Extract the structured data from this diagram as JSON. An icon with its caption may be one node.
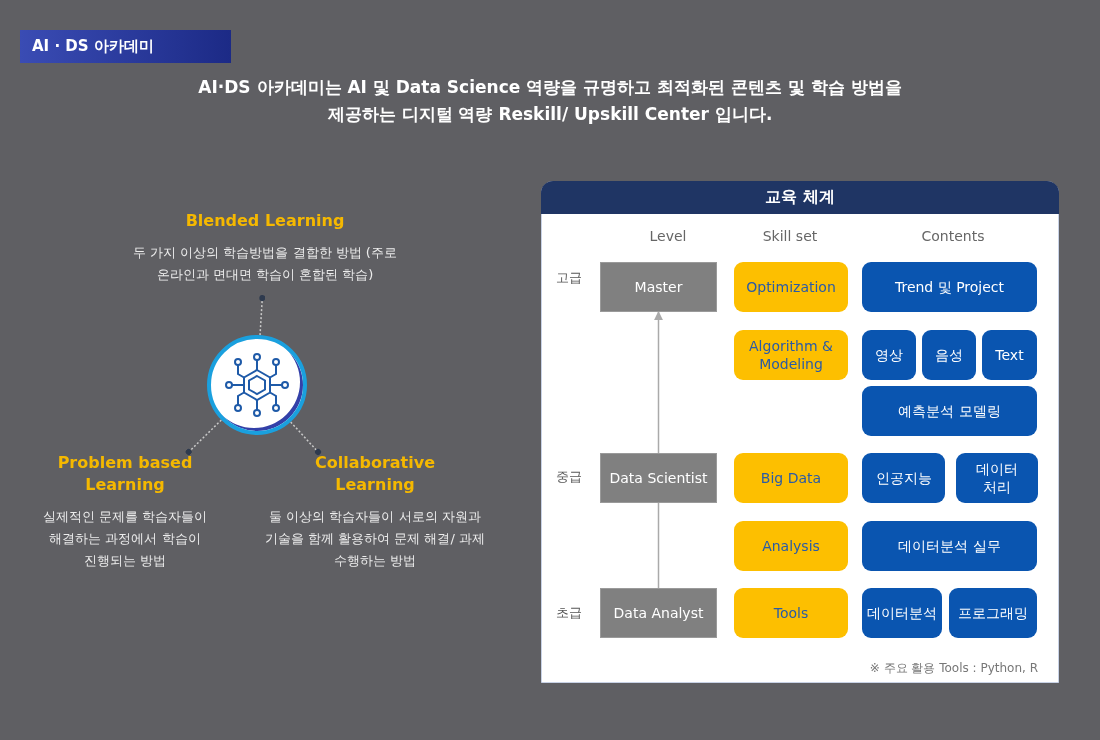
{
  "diagram": {
    "title": "AI · DS 아카데미",
    "nodes": [
      {
        "text": [],
        "shape": "circle"
      },
      {
        "text": [
          "Blended Learning",
          "두 가지 이상의 학습방법을 결합한 방법 (주로 온라인과 면대면 학습이 혼합된 학습)"
        ]
      },
      {
        "text": [
          "Problem based Learning",
          "실제적인 문제를 학습자들이 해결하는 과정에서 학습이 진행되는 방법"
        ]
      },
      {
        "text": [
          "Collaborative Learning",
          "둘 이상의 학습자들이 서로의 자원과 기술을 함께 활용하여 문제 해결/ 과제 수행하는 방법"
        ]
      },
      {
        "text": [
          "교육 체계"
        ]
      },
      {
        "text": [
          "Master"
        ],
        "in": 4
      },
      {
        "text": [
          "Optimization"
        ],
        "in": 4
      },
      {
        "text": [
          "Trend 및 Project"
        ],
        "in": 4
      },
      {
        "text": [
          "Algorithm & Modeling"
        ],
        "in": 4
      },
      {
        "text": [
          "영상"
        ],
        "in": 4
      },
      {
        "text": [
          "음성"
        ],
        "in": 4
      },
      {
        "text": [
          "Text"
        ],
        "in": 4
      },
      {
        "text": [
          "예측분석 모델링"
        ],
        "in": 4
      },
      {
        "text": [
          "Data Scientist"
        ],
        "in": 4
      },
      {
        "text": [
          "Big Data"
        ],
        "in": 4
      },
      {
        "text": [
          "인공지능"
        ],
        "in": 4
      },
      {
        "text": [
          "데이터 처리"
        ],
        "in": 4
      },
      {
        "text": [
          "Analysis"
        ],
        "in": 4
      },
      {
        "text": [
          "데이터분석 실무"
        ],
        "in": 4
      },
      {
        "text": [
          "Data Analyst"
        ],
        "in": 4
      },
      {
        "text": [
          "Tools"
        ],
        "in": 4
      },
      {
        "text": [
          "데이터분석"
        ],
        "in": 4
      },
      {
        "text": [
          "프로그래밍"
        ],
        "in": 4
      }
    ],
    "edges": [
      {
        "from": 0,
        "to": 1,
        "arrow": "other",
        "style": "dashed"
      },
      {
        "from": 0,
        "to": 2,
        "arrow": "other",
        "style": "dashed"
      },
      {
        "from": 0,
        "to": 3,
        "arrow": "other",
        "style": "dashed"
      },
      {
        "from": 19,
        "to": 13,
        "arrow": "none",
        "color": "#aaaaaa"
      },
      {
        "from": 13,
        "to": 5,
        "arrow": "to",
        "color": "#aaaaaa"
      }
    ],
    "labels": [
      "AI·DS 아카데미는 AI 및 Data Science 역량을 규명하고 최적화된 콘텐츠 및 학습 방법을 제공하는 디지털 역량 Reskill/ Upskill Center 입니다.",
      "Level",
      "Skill set",
      "Contents",
      "고급",
      "중급",
      "초급",
      "※ 주요 활용 Tools : Python, R"
    ]
  }
}
